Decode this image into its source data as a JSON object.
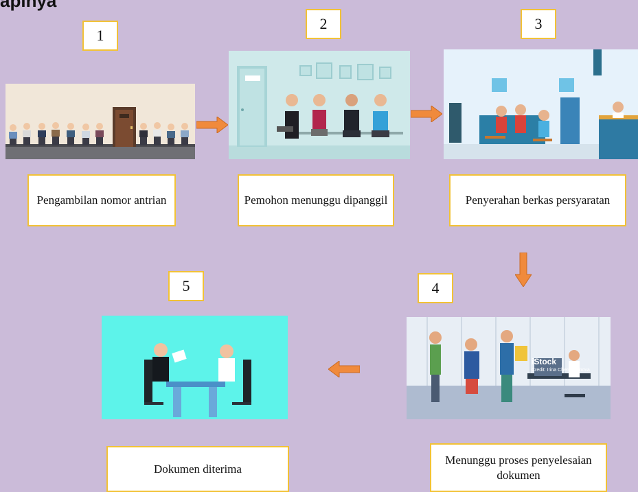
{
  "header": {
    "title_fragment": "apinya"
  },
  "steps": [
    {
      "number": "1",
      "caption": "Pengambilan nomor antrian",
      "image": "queue-hallway-illustration"
    },
    {
      "number": "2",
      "caption": "Pemohon menunggu dipanggil",
      "image": "waiting-room-illustration"
    },
    {
      "number": "3",
      "caption": "Penyerahan berkas persyaratan",
      "image": "service-counter-illustration"
    },
    {
      "number": "4",
      "caption": "Menunggu proses penyelesaian dokumen",
      "image": "office-processing-illustration",
      "watermark": "iStock",
      "credit": "Credit: Irina Cheremisinova"
    },
    {
      "number": "5",
      "caption": "Dokumen diterima",
      "image": "document-handover-illustration"
    }
  ],
  "colors": {
    "background": "#cbbbd9",
    "box_border": "#f2c236",
    "arrow": "#f08a3c"
  }
}
